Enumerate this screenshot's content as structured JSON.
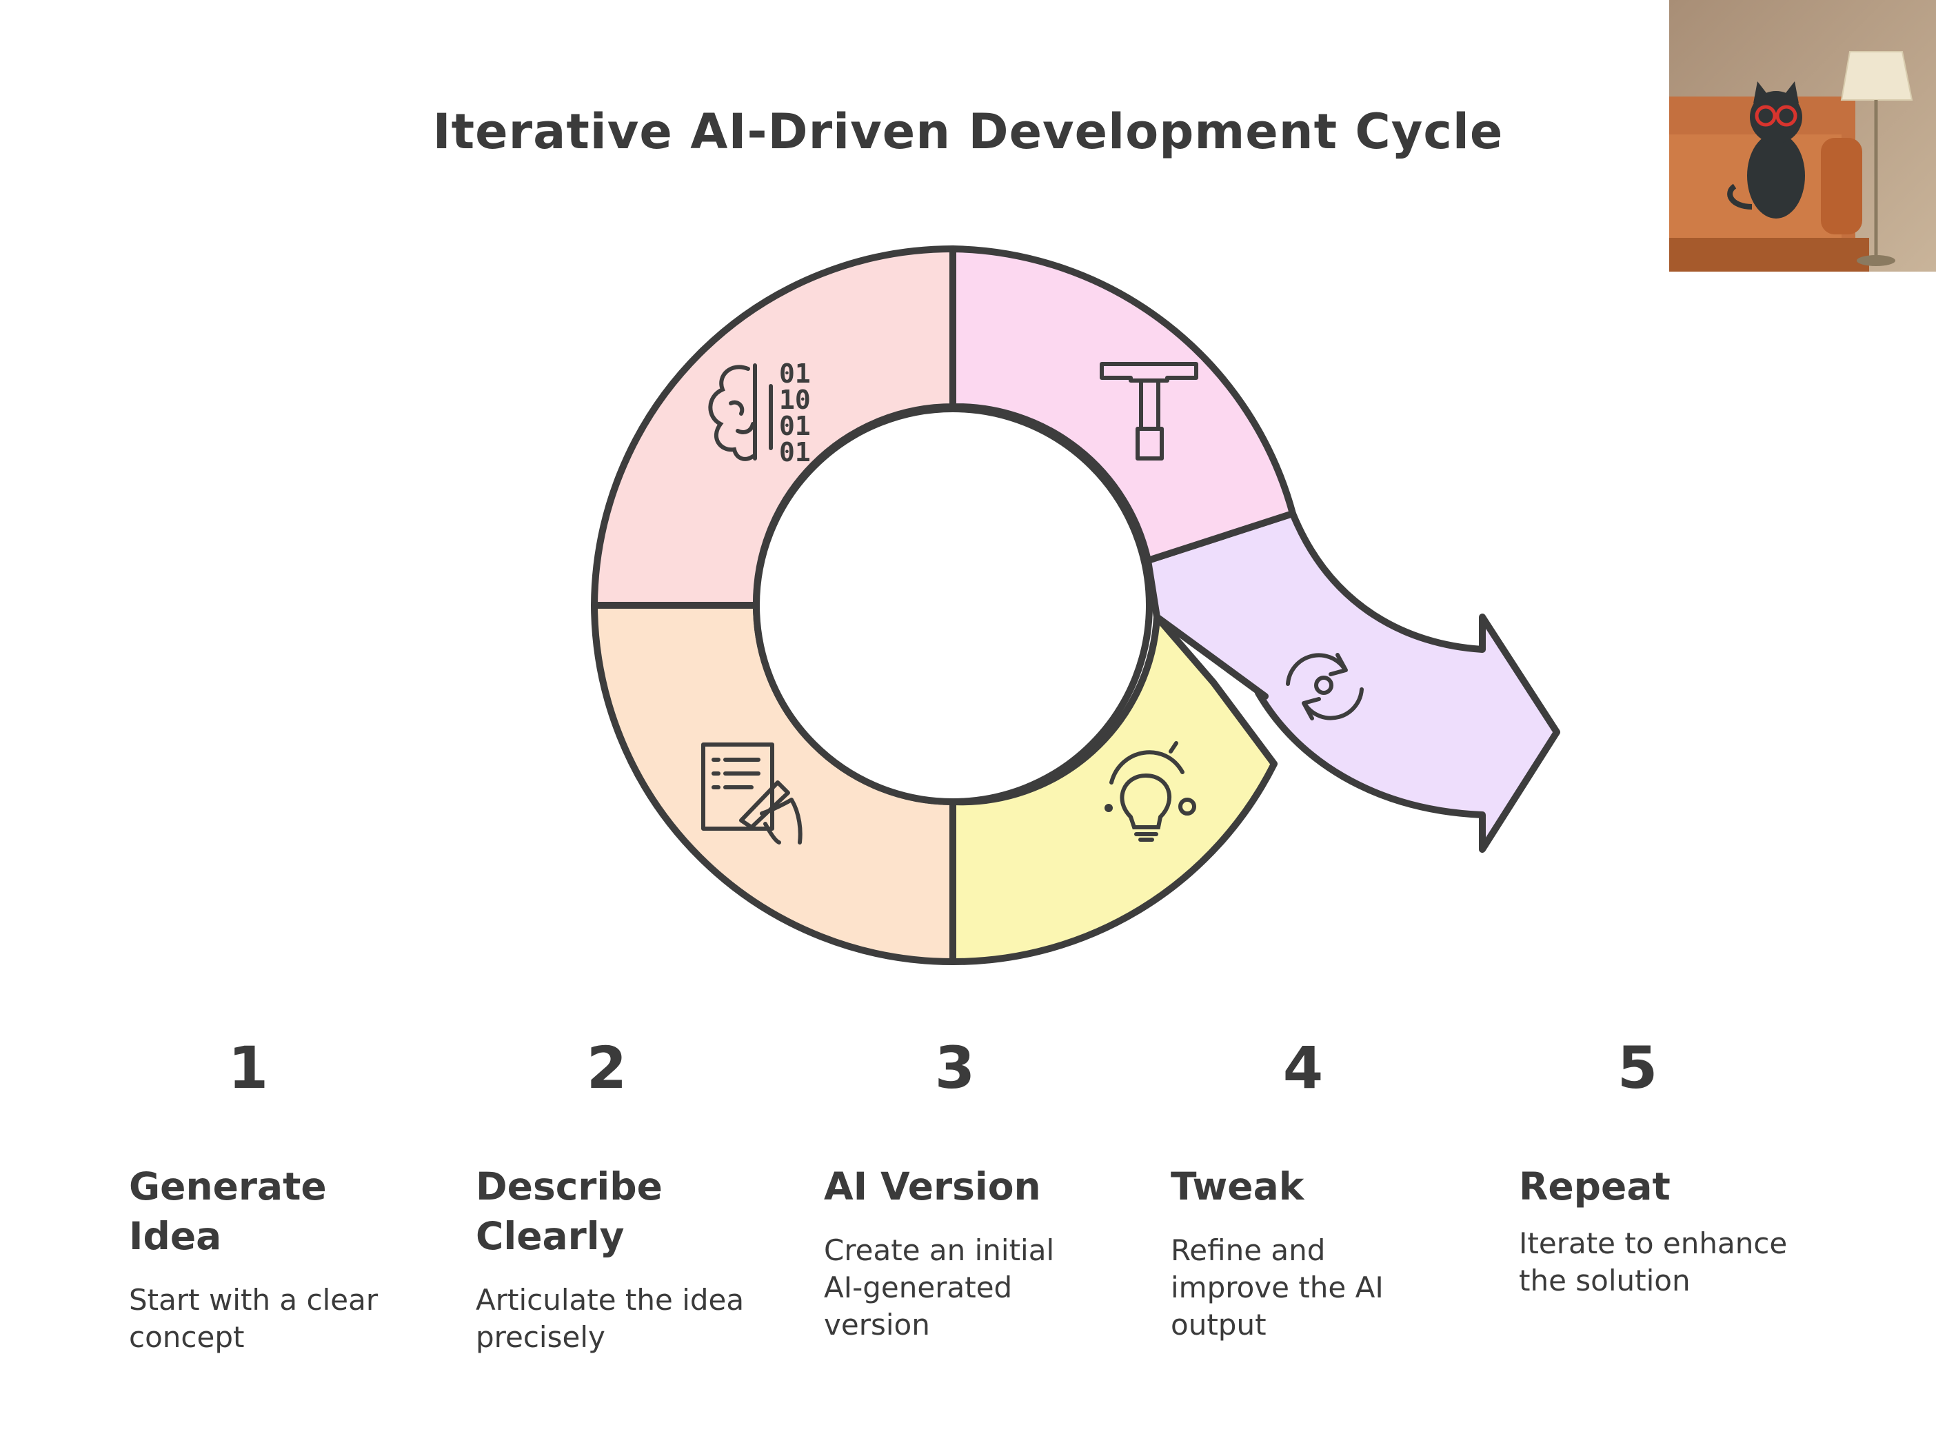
{
  "title": "Iterative AI-Driven Development Cycle",
  "segments": [
    {
      "step": "1",
      "icon": "brain-binary-icon",
      "color": "#fcdcdc"
    },
    {
      "step": "2",
      "icon": "document-pen-icon",
      "color": "#fde3cc"
    },
    {
      "step": "3",
      "icon": "lightbulb-icon",
      "color": "#fbf6b2"
    },
    {
      "step": "4",
      "icon": "t-tool-icon",
      "color": "#fcd8f0"
    },
    {
      "step": "5",
      "icon": "refresh-cycle-icon",
      "color": "#eedefc"
    }
  ],
  "steps": [
    {
      "number": "1",
      "title_line1": "Generate",
      "title_line2": "Idea",
      "desc_line1": "Start with a clear",
      "desc_line2": "concept",
      "desc_line3": ""
    },
    {
      "number": "2",
      "title_line1": "Describe",
      "title_line2": "Clearly",
      "desc_line1": "Articulate the idea",
      "desc_line2": "precisely",
      "desc_line3": ""
    },
    {
      "number": "3",
      "title_line1": "AI Version",
      "title_line2": "",
      "desc_line1": "Create an initial",
      "desc_line2": "AI-generated",
      "desc_line3": "version"
    },
    {
      "number": "4",
      "title_line1": "Tweak",
      "title_line2": "",
      "desc_line1": "Refine and",
      "desc_line2": "improve the AI",
      "desc_line3": "output"
    },
    {
      "number": "5",
      "title_line1": "Repeat",
      "title_line2": "",
      "desc_line1": "Iterate to enhance",
      "desc_line2": "the solution",
      "desc_line3": ""
    }
  ],
  "colors": {
    "outline": "#3d3d3d",
    "photo_wall": "#b89a7e",
    "photo_sofa": "#c9733f",
    "cat": "#2f3436",
    "glasses": "#d8342e"
  }
}
